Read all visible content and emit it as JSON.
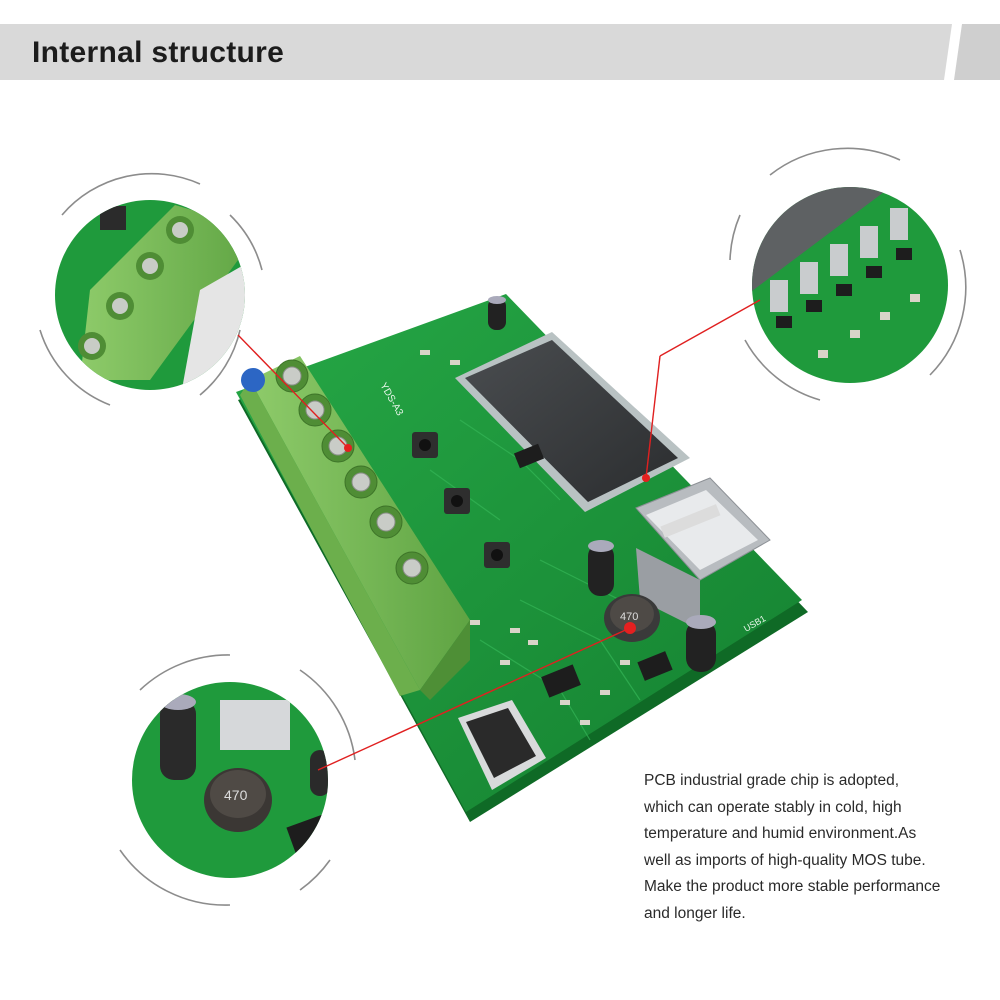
{
  "header": {
    "title": "Internal structure",
    "bar_color": "#d9d9d9",
    "accent_color": "#c4c4c4"
  },
  "description": {
    "lines": [
      "PCB industrial grade chip is adopted,",
      "which can operate stably in cold, high",
      "temperature and humid environment.As",
      "well as imports of high-quality MOS tube.",
      "Make the product more stable performance",
      "and longer life."
    ]
  },
  "board": {
    "pcb_color": "#1f9a3c",
    "terminal_color": "#7fbf5a",
    "silkscreen": [
      "YDS-A3",
      "470",
      "USB1"
    ]
  },
  "callouts": [
    {
      "name": "terminal-block-detail",
      "icon": "terminal-block-icon"
    },
    {
      "name": "mos-tube-detail",
      "icon": "mos-tube-icon"
    },
    {
      "name": "inductor-chip-detail",
      "icon": "inductor-icon"
    }
  ],
  "colors": {
    "pointer_line": "#e02020",
    "pointer_dot": "#e52020",
    "ring": "#8c8c8c"
  }
}
